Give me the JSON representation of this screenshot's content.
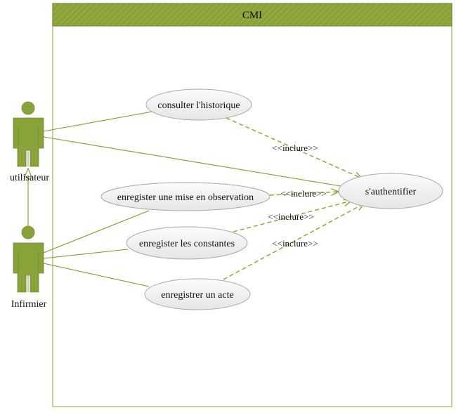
{
  "system": {
    "title": "CMI"
  },
  "actors": [
    {
      "id": "utilisateur",
      "label": "utilisateur"
    },
    {
      "id": "infirmier",
      "label": "Infirmier"
    }
  ],
  "use_cases": [
    {
      "id": "consulter",
      "label": "consulter l'historique"
    },
    {
      "id": "observation",
      "label": "enregister une mise en observation"
    },
    {
      "id": "constantes",
      "label": "enregister les constantes"
    },
    {
      "id": "acte",
      "label": "enregistrer un acte"
    },
    {
      "id": "auth",
      "label": "s'authentifier"
    }
  ],
  "relations": {
    "include_label": "<<inclure>>"
  },
  "colors": {
    "accent": "#8aa23a",
    "accent_dark": "#6f8a2a",
    "line": "#7f9a36",
    "ellipse_fill": "#efefef",
    "ellipse_stroke": "#a8a8a8",
    "boundary_stroke": "#a9b87a"
  }
}
